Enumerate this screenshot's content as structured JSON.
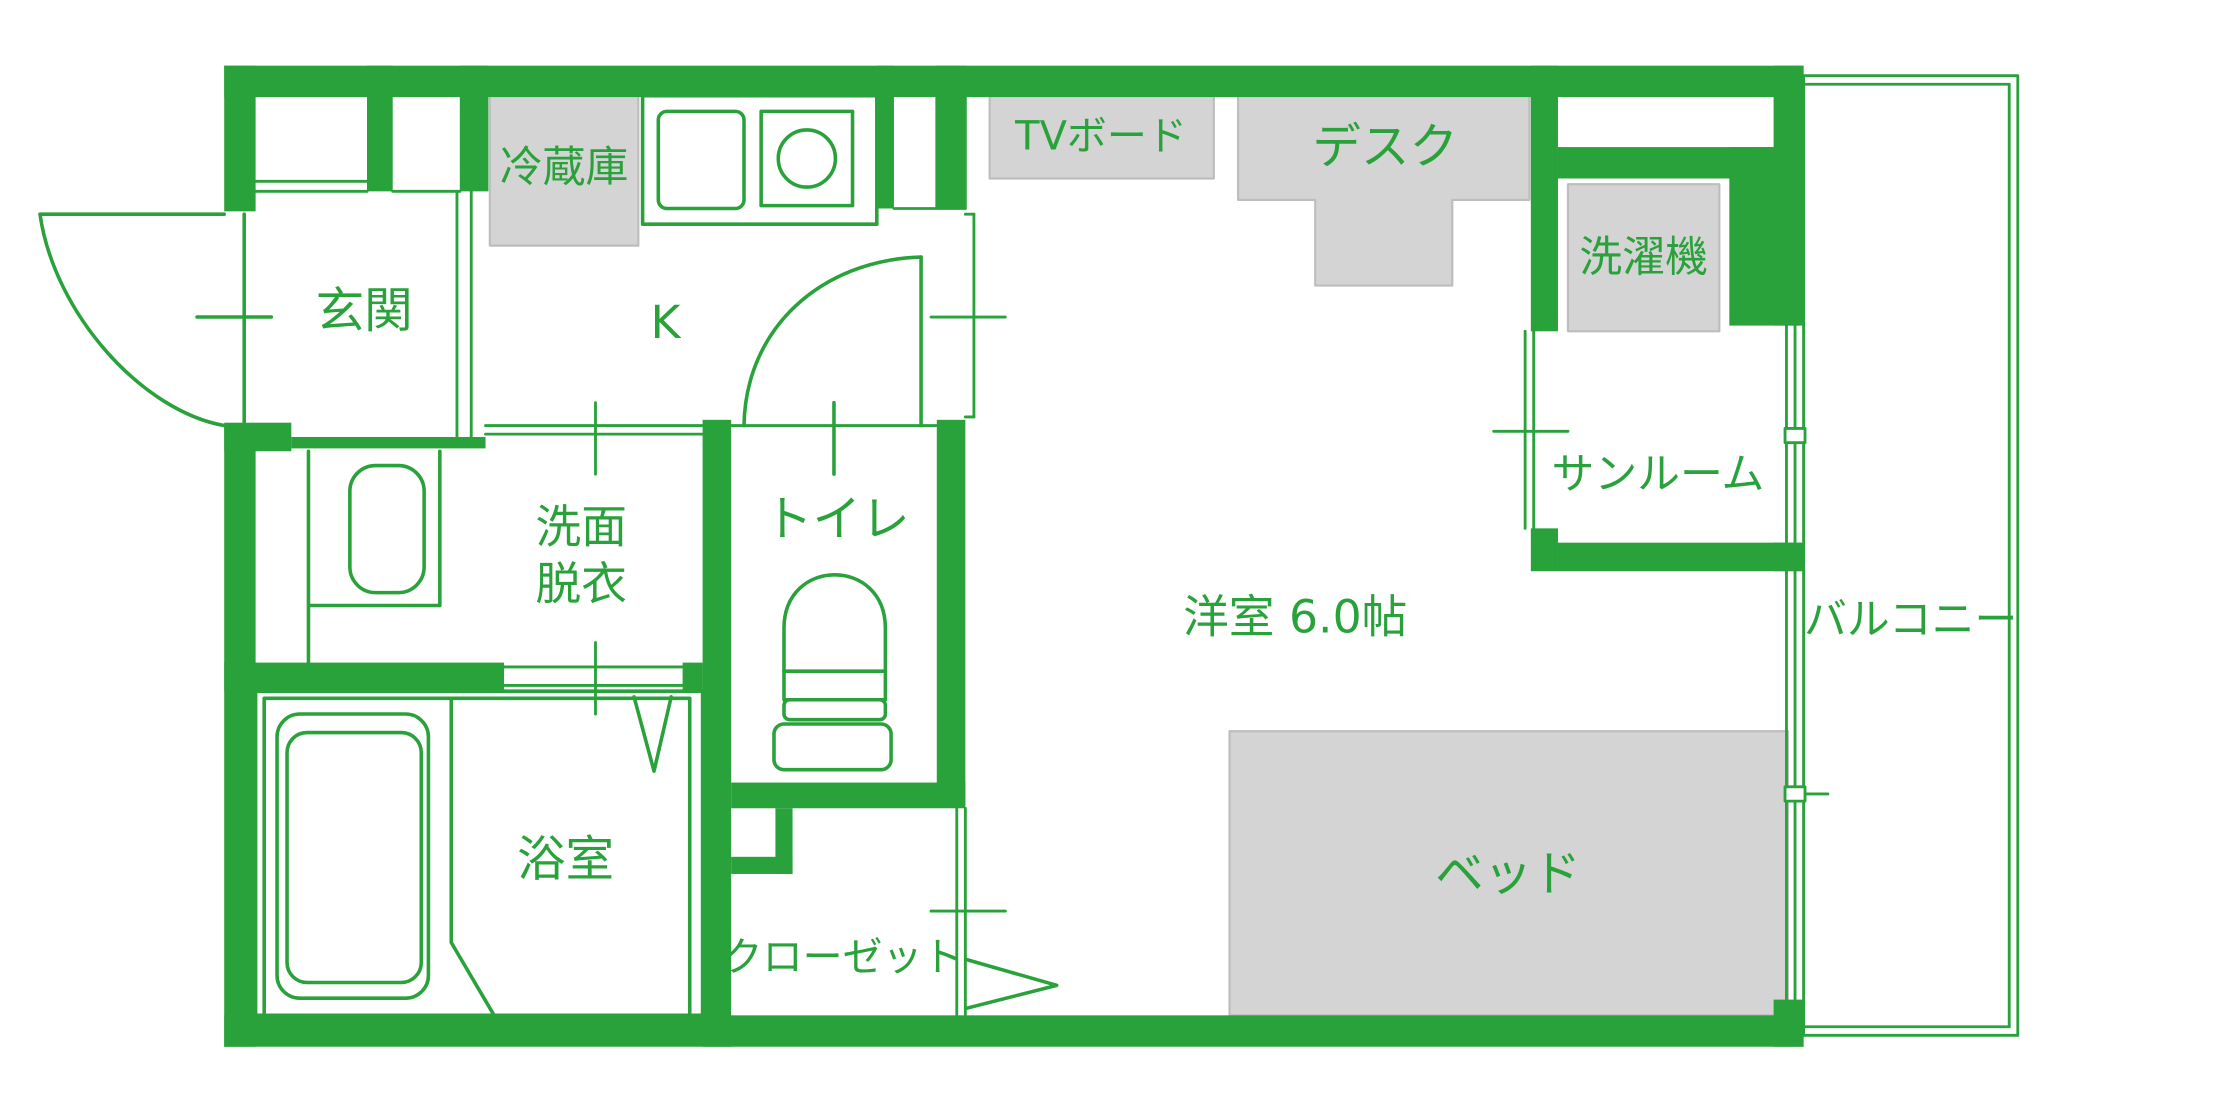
{
  "colors": {
    "wall": "#2aa23b",
    "furniture": "#d4d4d4",
    "background": "#ffffff"
  },
  "rooms": {
    "entrance": "玄関",
    "kitchen": "K",
    "washroom_line1": "洗面",
    "washroom_line2": "脱衣",
    "toilet": "トイレ",
    "bathroom": "浴室",
    "closet": "クローゼット",
    "western_room": "洋室 6.0帖",
    "sunroom": "サンルーム",
    "balcony": "バルコニー"
  },
  "furniture": {
    "refrigerator": "冷蔵庫",
    "tv_board": "TVボード",
    "desk": "デスク",
    "washing_machine": "洗濯機",
    "bed": "ベッド"
  }
}
